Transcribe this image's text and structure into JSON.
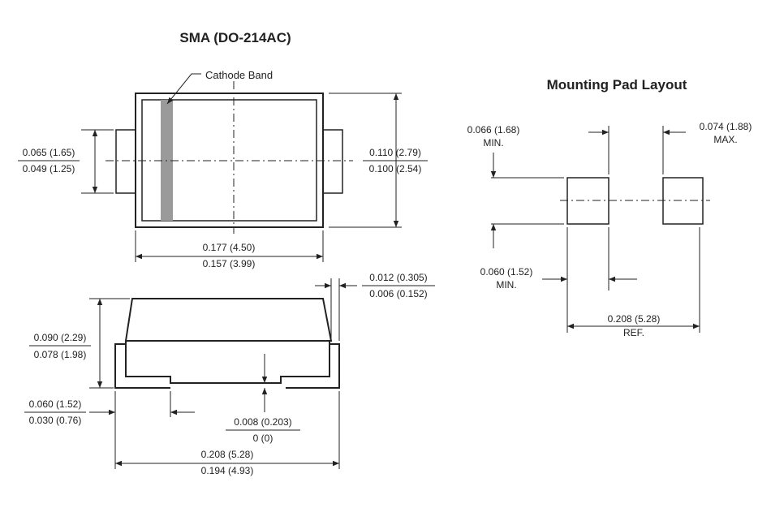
{
  "titles": {
    "package": "SMA (DO-214AC)",
    "pad": "Mounting Pad Layout"
  },
  "labels": {
    "cathode_band": "Cathode Band"
  },
  "dimensions": {
    "top_lead_width": {
      "max": "0.065 (1.65)",
      "min": "0.049 (1.25)"
    },
    "top_body_height": {
      "max": "0.110 (2.79)",
      "min": "0.100 (2.54)"
    },
    "top_body_length": {
      "max": "0.177 (4.50)",
      "min": "0.157 (3.99)"
    },
    "lead_thickness": {
      "max": "0.012 (0.305)",
      "min": "0.006 (0.152)"
    },
    "side_height": {
      "max": "0.090 (2.29)",
      "min": "0.078 (1.98)"
    },
    "lead_length": {
      "max": "0.060 (1.52)",
      "min": "0.030 (0.76)"
    },
    "standoff": {
      "max": "0.008 (0.203)",
      "min": "0 (0)"
    },
    "overall_length": {
      "max": "0.208 (5.28)",
      "min": "0.194 (4.93)"
    }
  },
  "pad_dimensions": {
    "pad_height": {
      "value": "0.066 (1.68)",
      "note": "MIN."
    },
    "pad_length": {
      "value": "0.074 (1.88)",
      "note": "MAX."
    },
    "pad_width": {
      "value": "0.060 (1.52)",
      "note": "MIN."
    },
    "pad_span": {
      "value": "0.208 (5.28)",
      "note": "REF."
    }
  },
  "colors": {
    "line": "#222222",
    "cathode_band": "#9a9a9a",
    "background": "#ffffff"
  }
}
